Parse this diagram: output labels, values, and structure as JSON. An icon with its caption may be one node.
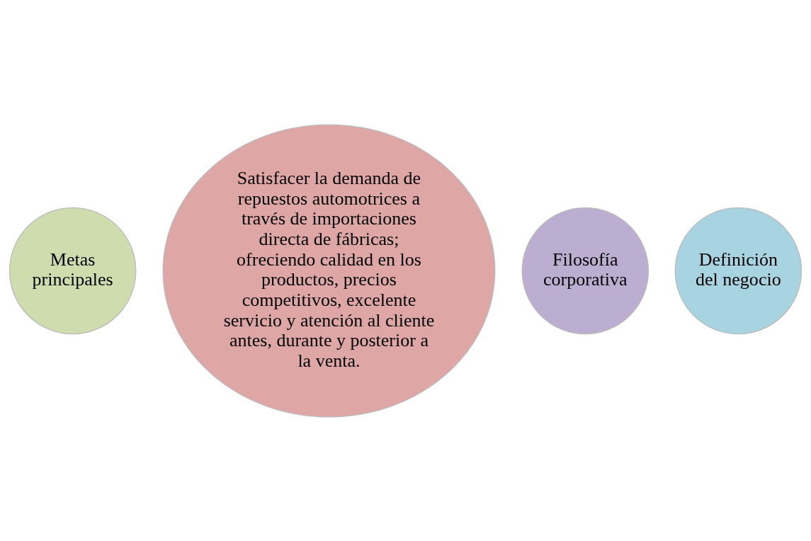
{
  "diagram": {
    "nodes": [
      {
        "text": [
          "Metas principales"
        ]
      },
      {
        "text": [
          "Satisfacer la demanda de repuestos automotrices a través de importaciones directa de fábricas; ofreciendo calidad en los productos, precios competitivos, excelente servicio y atención al cliente antes, durante y posterior a la venta."
        ]
      },
      {
        "text": [
          "Filosofía corporativa"
        ]
      },
      {
        "text": [
          "Definición del negocio"
        ]
      }
    ],
    "edges": []
  }
}
